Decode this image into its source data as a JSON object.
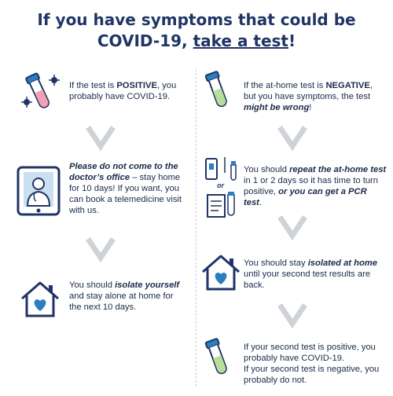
{
  "title": {
    "line1": "If you have symptoms that could be",
    "line2_prefix": "COVID-19, ",
    "line2_link": "take a test",
    "line2_suffix": "!"
  },
  "left": {
    "step1": {
      "pre": "If the test is ",
      "bold": "POSITIVE",
      "post": ", you probably have COVID-19."
    },
    "step2": {
      "italic": "Please do not come to the doctor’s office",
      "post": " – stay home for 10 days! If you want, you can book a telemedicine visit with us."
    },
    "step3": {
      "pre": "You should ",
      "italic": "isolate yourself",
      "post": " and stay alone at home for the next 10 days."
    }
  },
  "right": {
    "step1": {
      "pre": "If the at-home test is ",
      "bold": "NEGATIVE",
      "mid": ", but you have symptoms, the test ",
      "italic": "might be wrong",
      "post": "!"
    },
    "step2": {
      "pre": "You should ",
      "italic1": "repeat the at-home test",
      "mid": " in 1 or 2 days so it has time to turn positive, ",
      "italic2": "or you can get a PCR test",
      "post": "."
    },
    "or_label": "or",
    "step3": {
      "pre": "You should stay ",
      "italic": "isolated at home",
      "post": " until your second test results are back."
    },
    "step4": {
      "line1": "If your second test is positive, you probably have COVID-19.",
      "line2": "If your second test is negative, you probably do not."
    }
  },
  "colors": {
    "navy": "#1f3566",
    "teal": "#2a7fc0",
    "pink": "#f2a3b3",
    "green": "#b7de9a",
    "arrow": "#cfd3d8"
  }
}
